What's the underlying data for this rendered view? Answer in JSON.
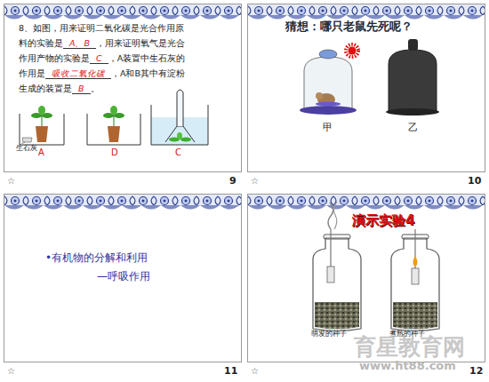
{
  "diagram": {
    "nodes": [
      {
        "text": [
          "8、如图，用来证明二氧化碳是光合作用原料的实验是",
          "A、B",
          "，用来证明氧气是光合作用产物的实验是",
          "C",
          "，A装置中生石灰的作用是",
          "吸收二氧化碳",
          "，A和B其中有淀粉生成的装置是",
          "B",
          "。"
        ]
      },
      {
        "text": [
          "猜想：哪只老鼠先死呢？"
        ]
      },
      {
        "text": [
          "•有机物的分解和利用",
          "—呼吸作用"
        ]
      },
      {
        "text": [
          "演示实验4"
        ]
      }
    ],
    "labels": [
      "生石灰",
      "A",
      "D",
      "C",
      "9",
      "☆",
      "甲",
      "乙",
      "10",
      "☆",
      "11",
      "☆",
      "萌发的种子",
      "煮熟的种子",
      "育星教育网",
      "www.ht88.com",
      "12",
      "☆"
    ]
  }
}
